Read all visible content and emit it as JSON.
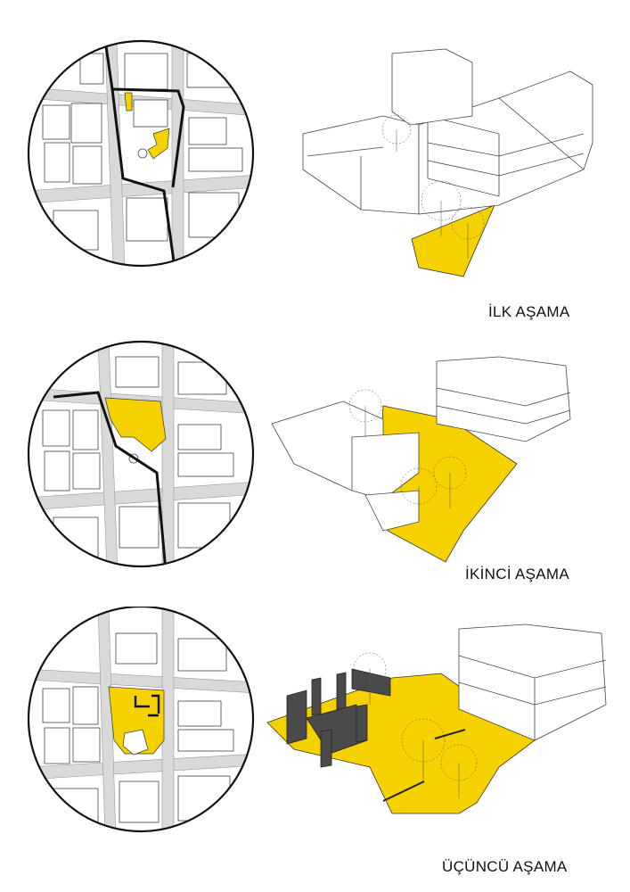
{
  "stages": [
    {
      "id": "stage-1",
      "caption": "İLK AŞAMA"
    },
    {
      "id": "stage-2",
      "caption": "İKİNCİ AŞAMA"
    },
    {
      "id": "stage-3",
      "caption": "ÜÇÜNCÜ AŞAMA"
    }
  ],
  "colors": {
    "accent": "#f5d100",
    "outline": "#222222",
    "street": "#d9d9d9",
    "dark_block": "#4a4a4a"
  }
}
